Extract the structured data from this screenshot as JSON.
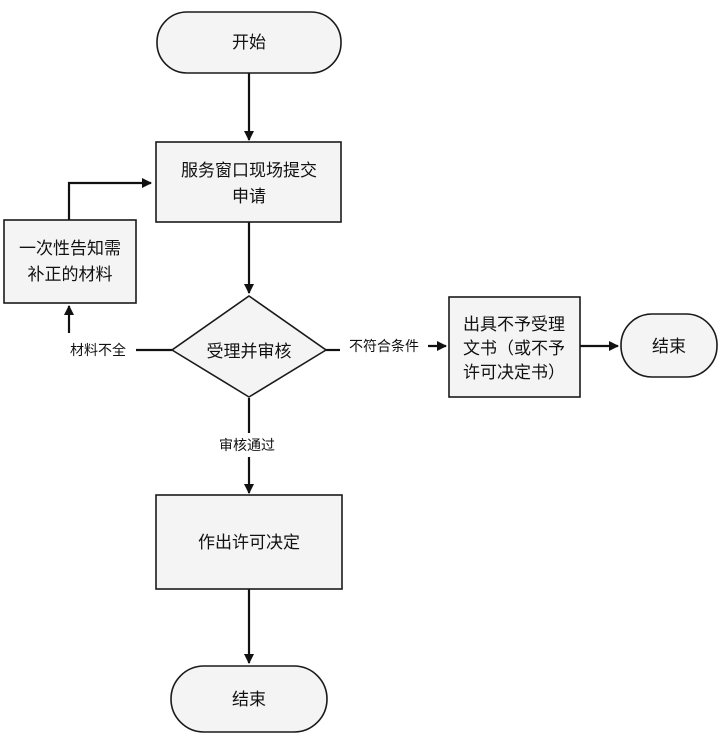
{
  "diagram": {
    "nodes": {
      "start": {
        "label": "开始"
      },
      "submit": {
        "line1": "服务窗口现场提交",
        "line2": "申请"
      },
      "notify": {
        "line1": "一次性告知需",
        "line2": "补正的材料"
      },
      "review": {
        "label": "受理并审核"
      },
      "reject": {
        "line1": "出具不予受理",
        "line2": "文书（或不予",
        "line3": "许可决定书）"
      },
      "end_right": {
        "label": "结束"
      },
      "decide": {
        "label": "作出许可决定"
      },
      "end_bottom": {
        "label": "结束"
      }
    },
    "edges": {
      "incomplete": {
        "label": "材料不全"
      },
      "not_qualified": {
        "label": "不符合条件"
      },
      "approved": {
        "label": "审核通过"
      }
    }
  }
}
